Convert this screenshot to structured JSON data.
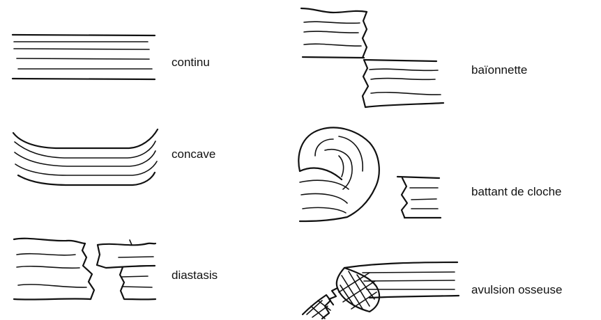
{
  "labels": {
    "continu": "continu",
    "concave": "concave",
    "diastasis": "diastasis",
    "baionnette": "baïonnette",
    "battant": "battant de cloche",
    "avulsion": "avulsion osseuse"
  }
}
